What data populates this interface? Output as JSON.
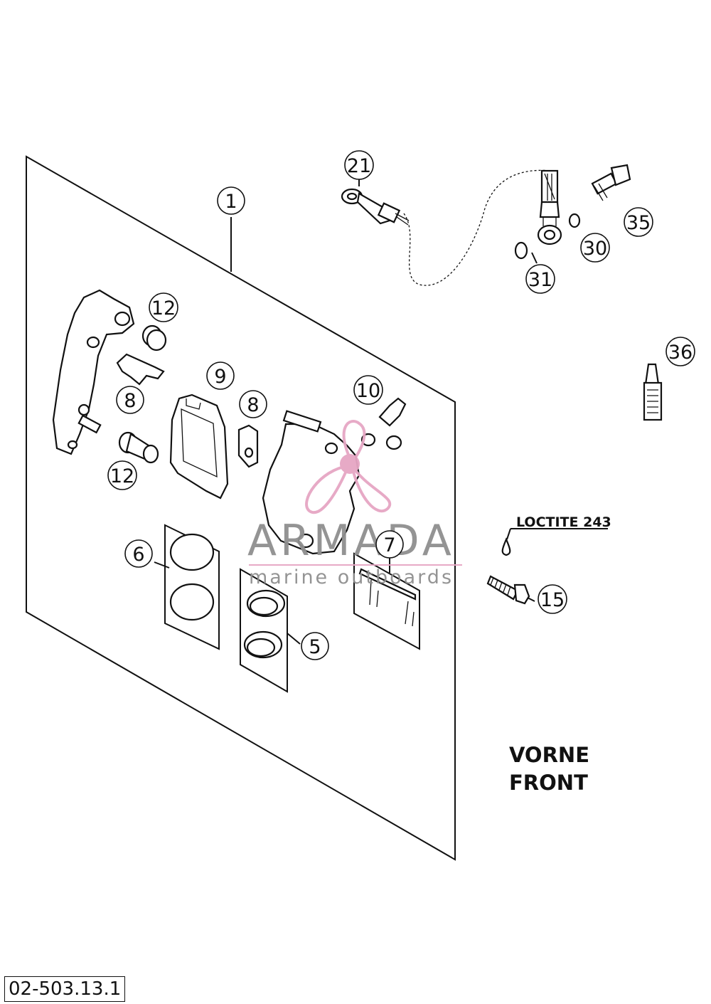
{
  "callouts": [
    {
      "id": "c1",
      "label": "1"
    },
    {
      "id": "c21",
      "label": "21"
    },
    {
      "id": "c35",
      "label": "35"
    },
    {
      "id": "c30",
      "label": "30"
    },
    {
      "id": "c31",
      "label": "31"
    },
    {
      "id": "c36",
      "label": "36"
    },
    {
      "id": "c12a",
      "label": "12"
    },
    {
      "id": "c8a",
      "label": "8"
    },
    {
      "id": "c9",
      "label": "9"
    },
    {
      "id": "c8b",
      "label": "8"
    },
    {
      "id": "c10",
      "label": "10"
    },
    {
      "id": "c12b",
      "label": "12"
    },
    {
      "id": "c6",
      "label": "6"
    },
    {
      "id": "c7",
      "label": "7"
    },
    {
      "id": "c5",
      "label": "5"
    },
    {
      "id": "c15",
      "label": "15"
    }
  ],
  "labels": {
    "loctite": "LOCTITE 243",
    "vorne": "VORNE",
    "front": "FRONT"
  },
  "watermark": {
    "brand": "ARMADA",
    "tagline": "marine outboards",
    "color": "#e6a6c4"
  },
  "document_code": "02-503.13.1"
}
